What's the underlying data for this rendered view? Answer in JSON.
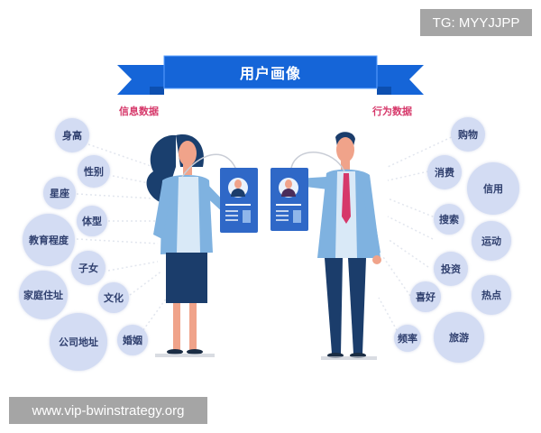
{
  "watermarks": {
    "tg": "TG: MYYJJPP",
    "url": "www.vip-bwinstrategy.org"
  },
  "banner": {
    "title": "用户画像",
    "color": "#1565d8"
  },
  "sections": {
    "left_label": "信息数据",
    "right_label": "行为数据",
    "label_color": "#d6386a"
  },
  "info_data": [
    {
      "label": "身高"
    },
    {
      "label": "性别"
    },
    {
      "label": "星座"
    },
    {
      "label": "体型"
    },
    {
      "label": "教育程度"
    },
    {
      "label": "子女"
    },
    {
      "label": "家庭住址"
    },
    {
      "label": "文化"
    },
    {
      "label": "公司地址"
    },
    {
      "label": "婚姻"
    }
  ],
  "behavior_data": [
    {
      "label": "购物"
    },
    {
      "label": "消费"
    },
    {
      "label": "信用"
    },
    {
      "label": "搜索"
    },
    {
      "label": "运动"
    },
    {
      "label": "投资"
    },
    {
      "label": "热点"
    },
    {
      "label": "喜好"
    },
    {
      "label": "频率"
    },
    {
      "label": "旅游"
    }
  ]
}
